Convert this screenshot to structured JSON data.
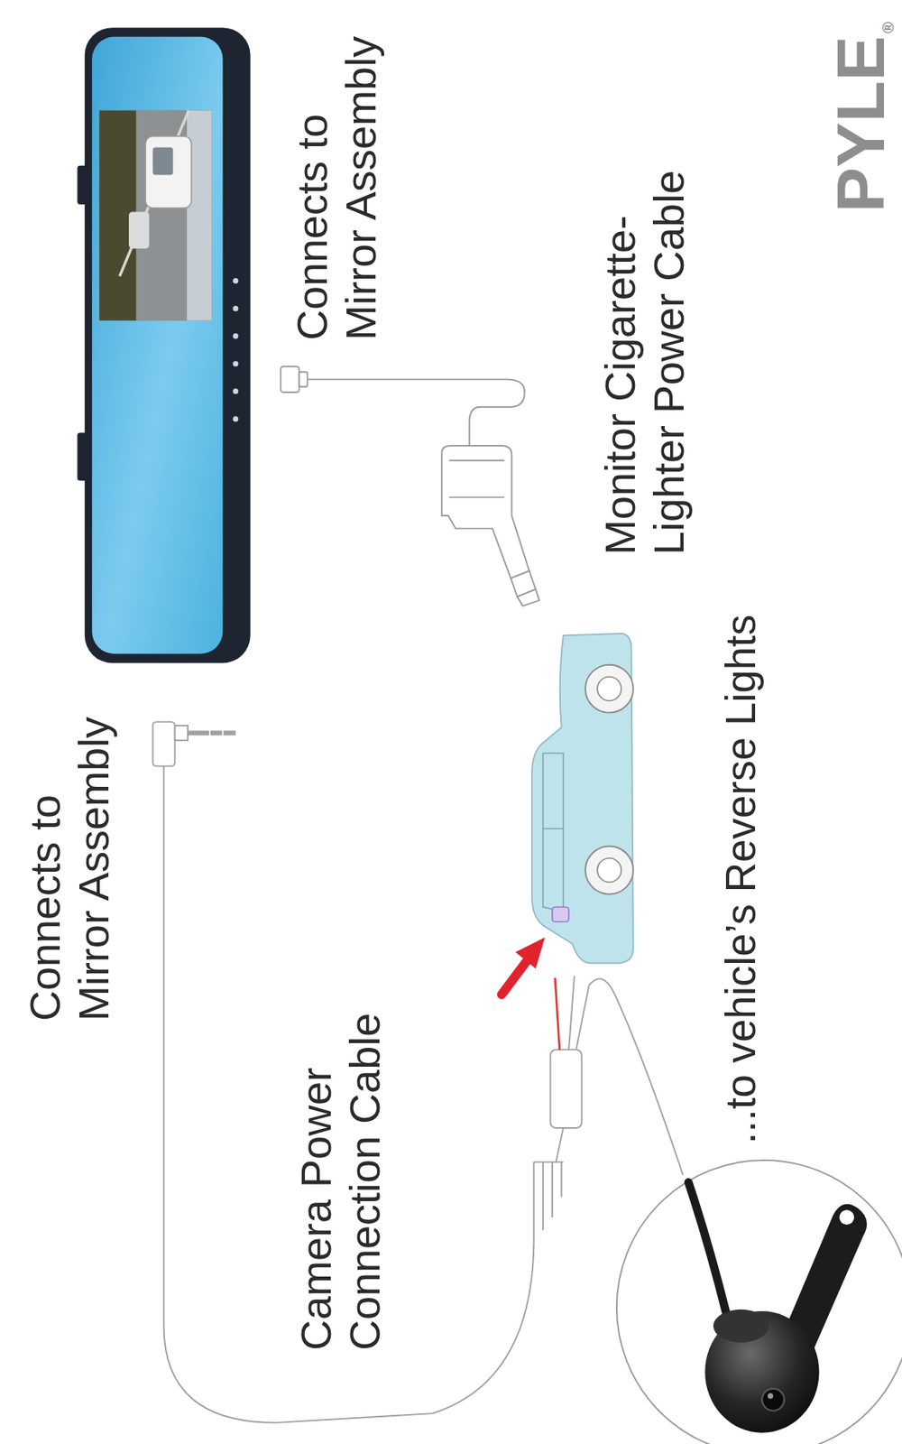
{
  "diagram": {
    "labels": [
      "Connects to Mirror Assembly",
      "Monitor Cigarette-Lighter Power Cable",
      "Connects to Mirror Assembly",
      "Camera Power Connection Cable",
      "...to vehicle’s Reverse Lights",
      "PYLE",
      "®"
    ]
  }
}
